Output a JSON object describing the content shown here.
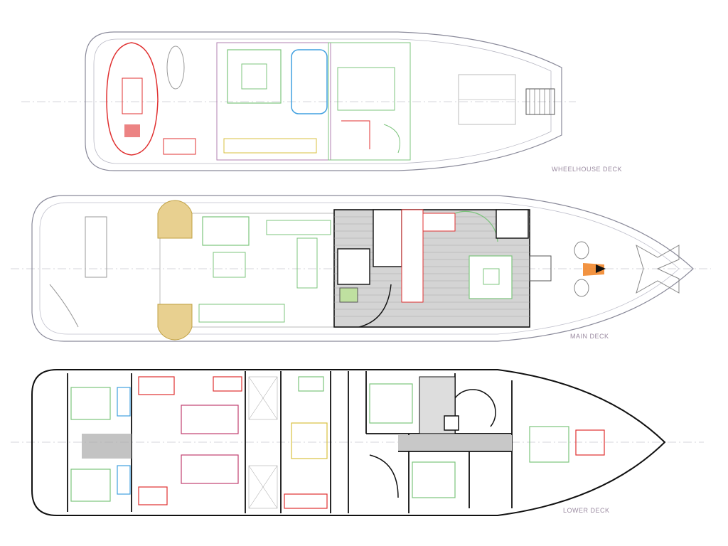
{
  "title": "Yacht General Arrangement",
  "decks": [
    {
      "id": "wheelhouse",
      "label": "WHEELHOUSE DECK"
    },
    {
      "id": "main",
      "label": "MAIN DECK"
    },
    {
      "id": "lower",
      "label": "LOWER DECK"
    }
  ],
  "colors": {
    "hull": "#8a8a9a",
    "walls": "#111111",
    "furniture_green": "#7cc47c",
    "furniture_red": "#e03030",
    "furniture_yellow": "#d8c040",
    "furniture_blue": "#40a0e0",
    "deck_grey": "#b0b0b0",
    "centerline": "#c0c0c8"
  }
}
